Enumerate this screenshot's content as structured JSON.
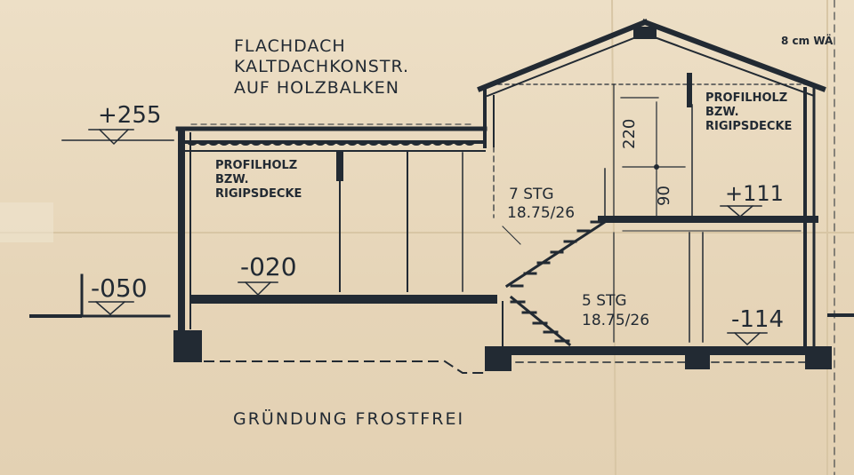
{
  "drawing": {
    "roof_note": {
      "line1": "FLACHDACH",
      "line2": "KALTDACHKONSTR.",
      "line3": "AUF HOLZBALKEN"
    },
    "ceiling_note_left": {
      "line1": "PROFILHOLZ",
      "line2": "BZW.",
      "line3": "RIGIPSDECKE"
    },
    "ceiling_note_right": {
      "line1": "PROFILHOLZ",
      "line2": "BZW.",
      "line3": "RIGIPSDECKE"
    },
    "wall_note": "8 cm WÄ",
    "levels": {
      "roof_left": "+255",
      "ground_outside": "-050",
      "floor_left": "-020",
      "upper_floor": "+111",
      "lower_floor": "-114"
    },
    "dimensions": {
      "height_upper": "220",
      "height_parapet": "90"
    },
    "stairs_upper": {
      "count": "7 STG",
      "ratio": "18.75/26"
    },
    "stairs_lower": {
      "count": "5 STG",
      "ratio": "18.75/26"
    },
    "foundation_note": "GRÜNDUNG FROSTFREI"
  },
  "colors": {
    "paper": "#e9d9bd",
    "ink": "#222a33"
  }
}
